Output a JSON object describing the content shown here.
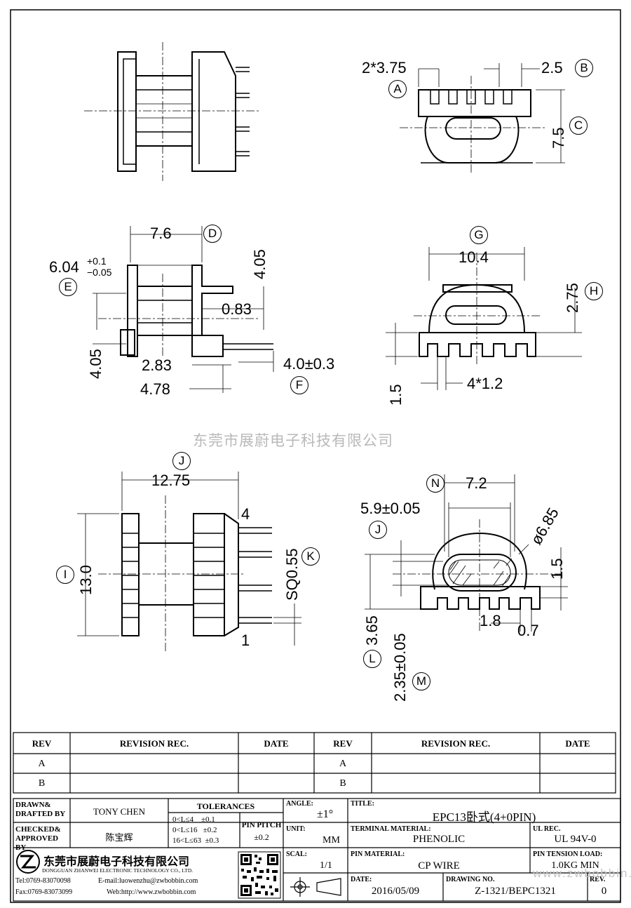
{
  "watermark_company": "东莞市展蔚电子科技有限公司",
  "watermark_url": "www.zwbobbin.com",
  "dimensions": {
    "a_2x375": "2*3.75",
    "b_25": "2.5",
    "c_75": "7.5",
    "d_76": "7.6",
    "e_604": "6.04",
    "e_tol_plus": "+0.1",
    "e_tol_minus": "−0.05",
    "d_405_v": "4.05",
    "d_083": "0.83",
    "e_405_v": "4.05",
    "d_283": "2.83",
    "d_478": "4.78",
    "f_40": "4.0±0.3",
    "g_104": "10.4",
    "h_275": "2.75",
    "h_15": "1.5",
    "h_4x12": "4*1.2",
    "j_1275": "12.75",
    "i_130": "13.0",
    "k_sq055": "SQ0.55",
    "pin_4": "4",
    "pin_1": "1",
    "n_72": "7.2",
    "j_59": "5.9±0.05",
    "phi_685": "ø6.85",
    "r_15": "1.5",
    "l_365": "3.65",
    "m_235": "2.35±0.05",
    "r_18": "1.8",
    "r_07": "0.7"
  },
  "callouts": {
    "A": "A",
    "B": "B",
    "C": "C",
    "D": "D",
    "E": "E",
    "F": "F",
    "G": "G",
    "H": "H",
    "I": "I",
    "J": "J",
    "J2": "J",
    "K": "K",
    "L": "L",
    "M": "M",
    "N": "N"
  },
  "revision_table": {
    "headers": [
      "REV",
      "REVISION REC.",
      "DATE",
      "REV",
      "REVISION REC.",
      "DATE"
    ],
    "rows": [
      [
        "A",
        "",
        "",
        "A",
        "",
        ""
      ],
      [
        "B",
        "",
        "",
        "B",
        "",
        ""
      ]
    ]
  },
  "title_block": {
    "drawn_label": "DRAWN&\nDRAFTED BY",
    "drawn_value": "TONY CHEN",
    "checked_label": "CHECKED&\nAPPROVED BY",
    "checked_value": "陈宝辉",
    "tolerances_label": "TOLERANCES",
    "tol_rows": [
      "0<L≤4    ±0.1",
      "0<L≤16   ±0.2",
      "16<L≤63  ±0.3"
    ],
    "pin_pitch_label": "PIN PITCH",
    "pin_pitch_value": "±0.2",
    "angle_label": "ANGLE:",
    "angle_value": "±1°",
    "unit_label": "UNIT:",
    "unit_value": "MM",
    "scal_label": "SCAL:",
    "scal_value": "1/1",
    "title_label": "TITLE:",
    "title_value": "EPC13卧式(4+0PIN)",
    "terminal_label": "TERMINAL MATERIAL:",
    "terminal_value": "PHENOLIC",
    "ul_label": "UL REC.",
    "ul_value": "UL 94V-0",
    "pin_mat_label": "PIN MATERIAL:",
    "pin_mat_value": "CP WIRE",
    "pin_tension_label": "PIN TENSION LOAD:",
    "pin_tension_value": "1.0KG MIN",
    "date_label": "DATE:",
    "date_value": "2016/05/09",
    "drawing_no_label": "DRAWING NO.",
    "drawing_no_value": "Z-1321/BEPC1321",
    "rev_label": "REV.",
    "rev_value": "0",
    "company_cn": "东莞市展蔚电子科技有限公司",
    "company_en": "DONGGUAN ZHANWEI ELECTRONIC TECHNOLOGY CO., LTD.",
    "tel": "Tel:0769-83070098",
    "email": "E-mail:luowenzhu@zwbobbin.com",
    "fax": "Fax:0769-83073099",
    "web": "Web:http://www.zwbobbin.com"
  }
}
